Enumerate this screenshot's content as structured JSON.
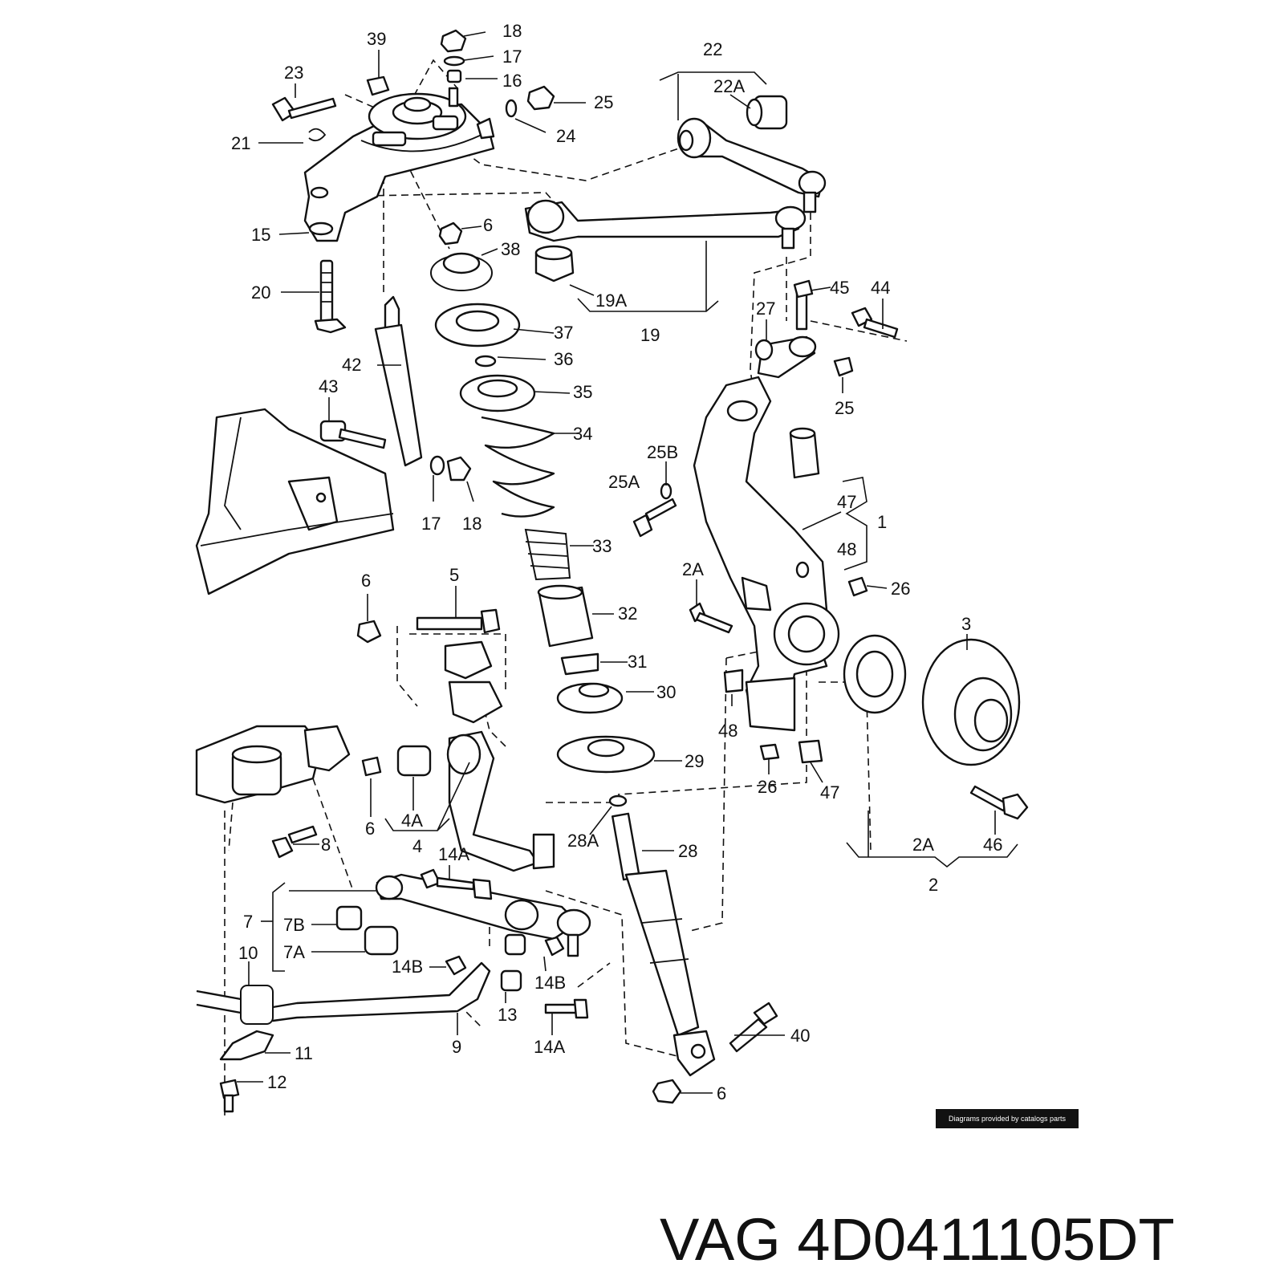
{
  "diagram": {
    "callouts": [
      "18",
      "39",
      "17",
      "23",
      "16",
      "25",
      "24",
      "21",
      "22",
      "22A",
      "15",
      "6",
      "38",
      "20",
      "19A",
      "19",
      "45",
      "44",
      "27",
      "37",
      "36",
      "25",
      "42",
      "35",
      "43",
      "34",
      "25B",
      "25A",
      "47",
      "1",
      "17",
      "18",
      "48",
      "33",
      "2A",
      "26",
      "6",
      "5",
      "32",
      "3",
      "31",
      "30",
      "48",
      "29",
      "26",
      "47",
      "6",
      "4A",
      "8",
      "28A",
      "28",
      "4",
      "14A",
      "2A",
      "46",
      "2",
      "7",
      "7B",
      "7A",
      "10",
      "14B",
      "14B",
      "13",
      "9",
      "14A",
      "40",
      "11",
      "12",
      "6"
    ]
  },
  "credit": {
    "text": "Diagrams provided by catalogs parts"
  },
  "part_number": {
    "text": "VAG 4D0411105DT"
  }
}
